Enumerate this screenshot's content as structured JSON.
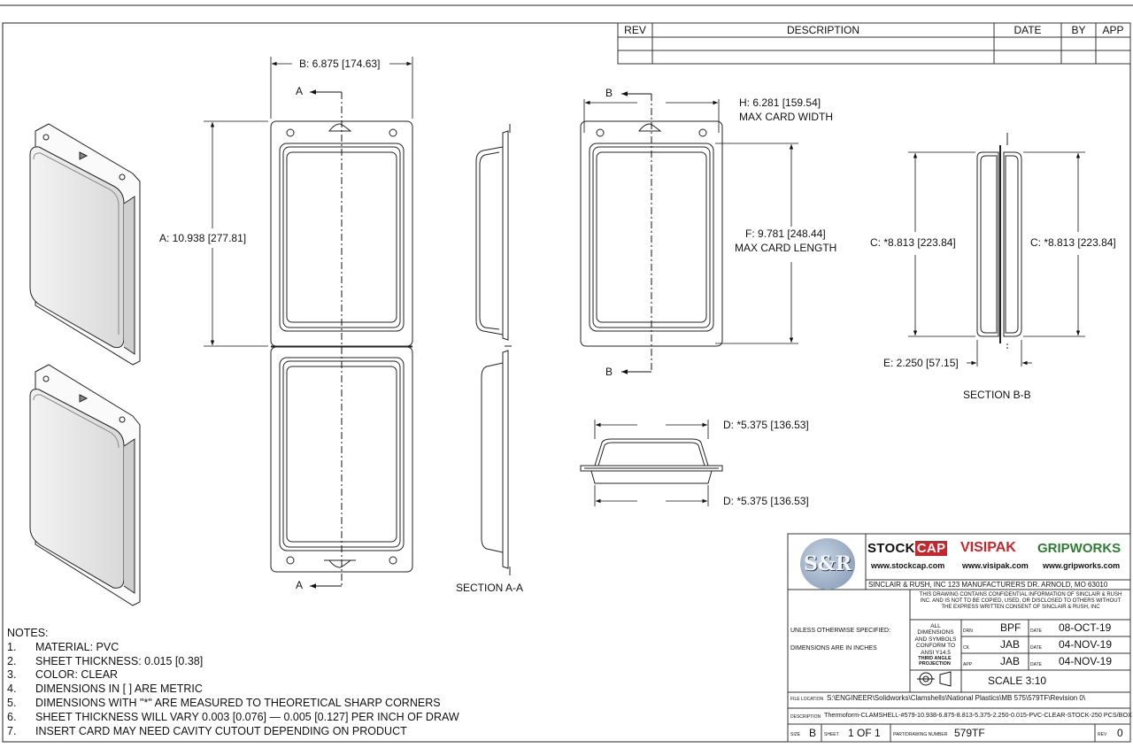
{
  "revision_table": {
    "headers": [
      "REV",
      "DESCRIPTION",
      "DATE",
      "BY",
      "APP"
    ]
  },
  "dimensions": {
    "B": "B: 6.875",
    "B_metric": "174.63",
    "A": "A: 10.938",
    "A_metric": "277.81",
    "H": "H: 6.281",
    "H_metric": "159.54",
    "H_note": "MAX CARD WIDTH",
    "F": "F: 9.781",
    "F_metric": "248.44",
    "F_note": "MAX CARD LENGTH",
    "C_left": "C: *8.813",
    "C_left_metric": "223.84",
    "C_right": "C: *8.813",
    "C_right_metric": "223.84",
    "E": "E: 2.250",
    "E_metric": "57.15",
    "D_top": "D: *5.375",
    "D_top_metric": "136.53",
    "D_bottom": "D: *5.375",
    "D_bottom_metric": "136.53"
  },
  "section_markers": {
    "a_top": "A",
    "a_bottom": "A",
    "b_top": "B",
    "b_bottom": "B"
  },
  "section_labels": {
    "aa": "SECTION A-A",
    "bb": "SECTION B-B"
  },
  "notes": {
    "title": "NOTES:",
    "items": [
      {
        "num": "1.",
        "text": "MATERIAL: PVC"
      },
      {
        "num": "2.",
        "text": "SHEET THICKNESS: 0.015 [0.38]"
      },
      {
        "num": "3.",
        "text": "COLOR: CLEAR"
      },
      {
        "num": "4.",
        "text": "DIMENSIONS IN [ ] ARE METRIC"
      },
      {
        "num": "5.",
        "text": "DIMENSIONS WITH \"*\" ARE MEASURED TO THEORETICAL SHARP CORNERS"
      },
      {
        "num": "6.",
        "text": "SHEET THICKNESS WILL VARY 0.003 [0.076] — 0.005 [0.127] PER INCH OF DRAW"
      },
      {
        "num": "7.",
        "text": "INSERT CARD MAY NEED CAVITY CUTOUT DEPENDING ON PRODUCT"
      }
    ]
  },
  "title_block": {
    "sr_logo": "S&R",
    "stockcap_a": "STOCK",
    "stockcap_b": "CAP",
    "visipak": "VISIPAK",
    "gripworks": "GRIPWORKS",
    "stockcap_url": "www.stockcap.com",
    "visipak_url": "www.visipak.com",
    "gripworks_url": "www.gripworks.com",
    "company_line": "SINCLAIR & RUSH, INC 123 MANUFACTURERS DR. ARNOLD, MO 63010",
    "confidential": "THIS DRAWING CONTAINS CONFIDENTIAL INFORMATION OF SINCLAIR & RUSH INC. AND IS NOT TO BE COPIED, USED, OR DISCLOSED TO OTHERS WITHOUT THE EXPRESS WRITTEN CONSENT OF SINCLAIR & RUSH, INC",
    "unless": "UNLESS OTHERWISE SPECIFIED:",
    "dims_in": "DIMENSIONS ARE IN INCHES",
    "ansi": "ALL DIMENSIONS AND SYMBOLS CONFORM TO ANSI Y14.5",
    "drn_label": "DRN",
    "drn": "BPF",
    "drn_date_label": "DATE",
    "drn_date": "08-OCT-19",
    "ck_label": "CK",
    "ck": "JAB",
    "ck_date_label": "DATE",
    "ck_date": "04-NOV-19",
    "app_label": "APP",
    "app": "JAB",
    "app_date_label": "DATE",
    "app_date": "04-NOV-19",
    "projection": "THIRD ANGLE PROJECTION",
    "scale": "SCALE 3:10",
    "file_label": "FILE LOCATION",
    "file": "S:\\ENGINEER\\Solidworks\\Clamshells\\National Plastics\\MB 575\\579TF\\Revision 0\\",
    "desc_label": "DESCRIPTION",
    "description": "Thermoform-CLAMSHELL-#579-10.938-6.875-8.813-5.375-2.250-0.015-PVC-CLEAR-STOCK-250 PCS/BOX",
    "size_label": "SIZE",
    "size": "B",
    "sheet_label": "SHEET",
    "sheet": "1 OF 1",
    "part_label": "PART/DRAWING NUMBER",
    "part": "579TF",
    "rev_label": "REV",
    "rev": "0"
  }
}
